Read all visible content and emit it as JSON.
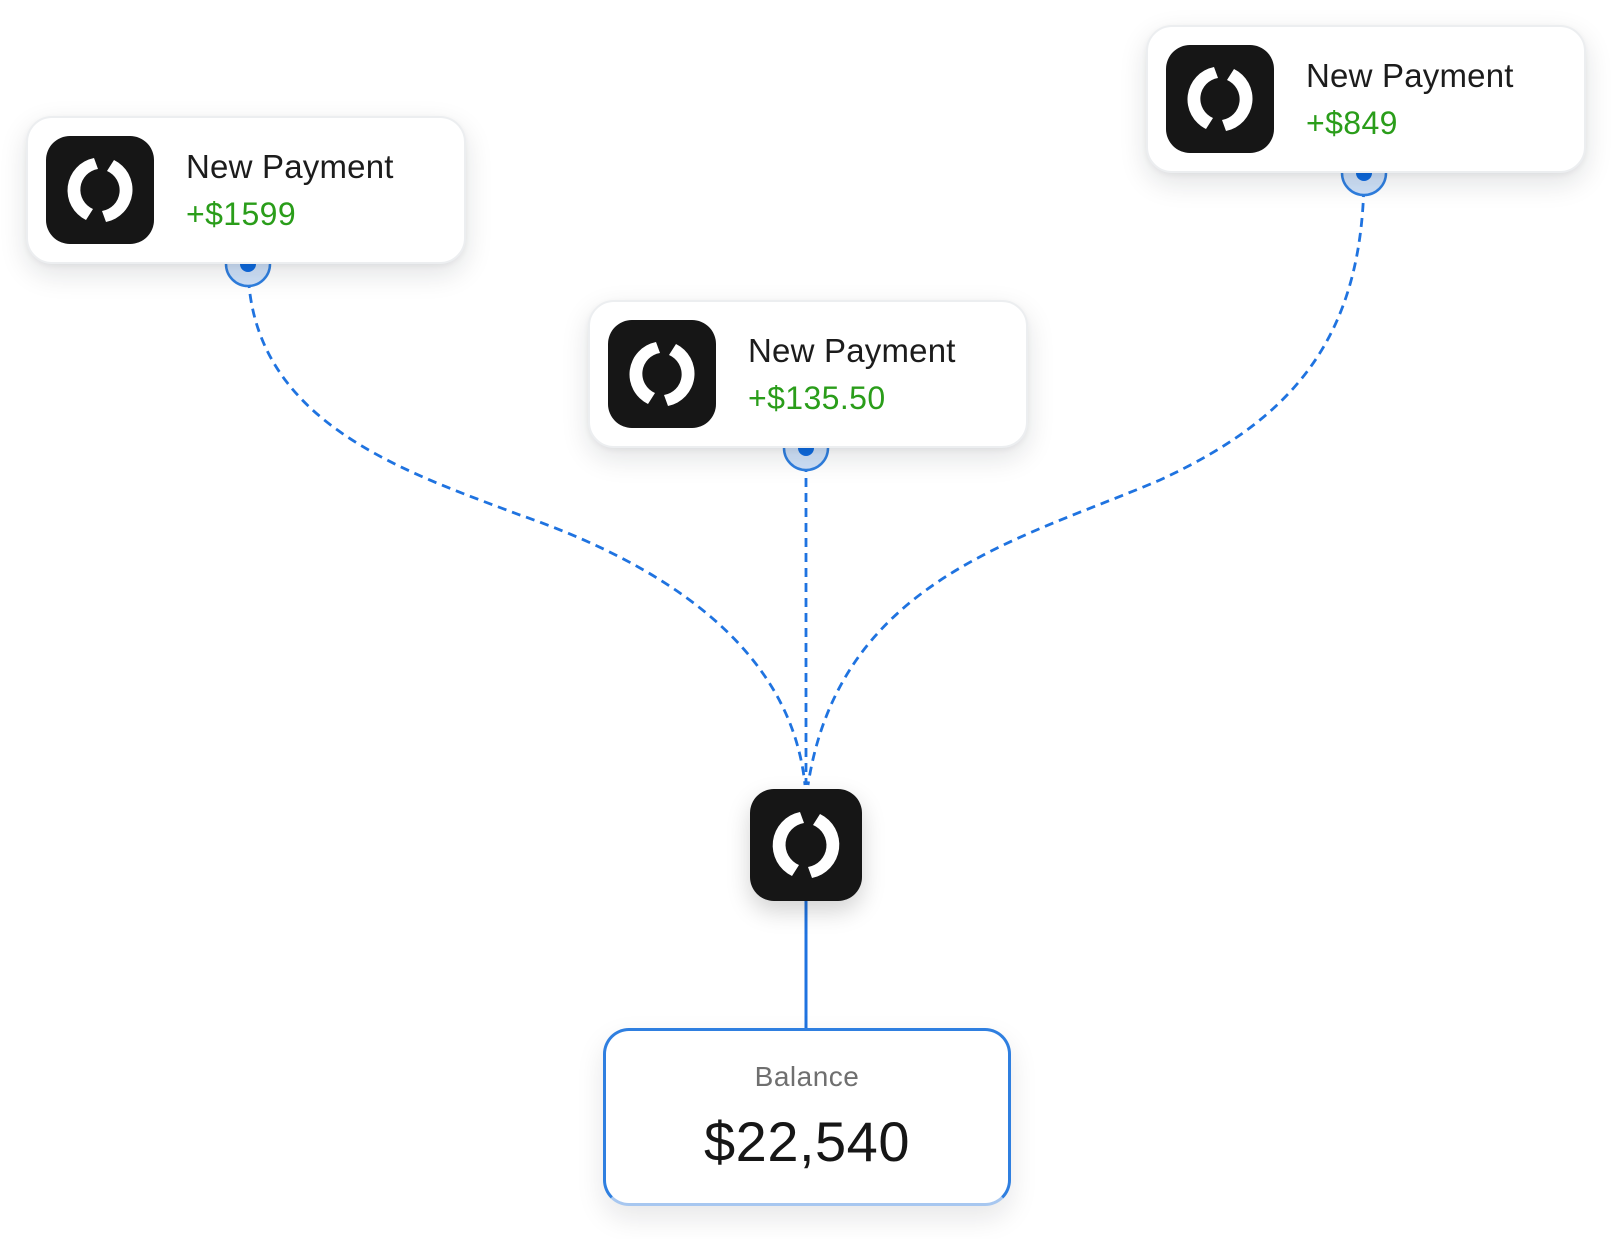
{
  "payments": [
    {
      "title": "New Payment",
      "amount": "+$1599",
      "icon": "refresh-sync-icon"
    },
    {
      "title": "New Payment",
      "amount": "+$135.50",
      "icon": "refresh-sync-icon"
    },
    {
      "title": "New Payment",
      "amount": "+$849",
      "icon": "refresh-sync-icon"
    }
  ],
  "hub": {
    "icon": "refresh-sync-icon"
  },
  "balance": {
    "label": "Balance",
    "value": "$22,540"
  },
  "colors": {
    "connector": "#1f73e0",
    "connector_light": "#a9cbf3",
    "amount": "#2a9d1a",
    "icon_bg": "#161616"
  }
}
